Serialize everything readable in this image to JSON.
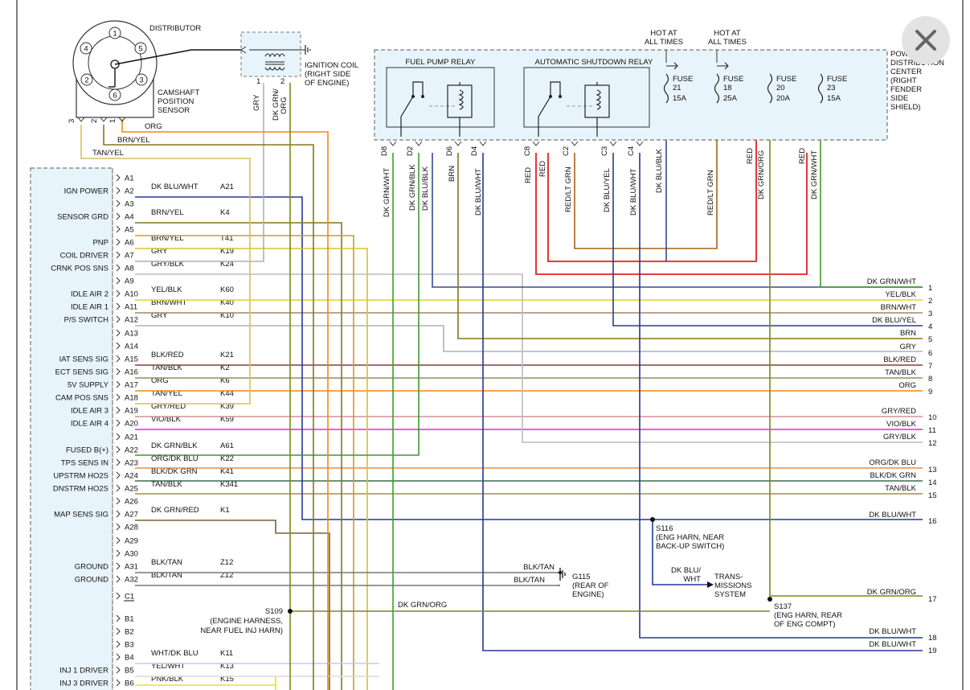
{
  "close_icon": "close-icon",
  "colors": {
    "DK BLU/WHT": "#25379a",
    "BRN/YEL": "#8a7418",
    "YEL/BLK": "#e0d225",
    "BRN/WHT": "#9e8a62",
    "GRY": "#b0b0b0",
    "GRY/BLK": "#bcbcbc",
    "BLK/RED": "#8a3d3d",
    "TAN/BLK": "#9a8b5e",
    "ORG": "#ef8a0e",
    "TAN/YEL": "#d8c05a",
    "GRY/RED": "#d4909a",
    "VIO/BLK": "#d07ac0",
    "PNK": "#ee22dd",
    "DK GRN/BLK": "#3b9a2a",
    "ORG/DK BLU": "#e98c44",
    "BLK/DK GRN": "#3f6a50",
    "TAN/BLK2": "#a08d55",
    "DK GRN/RED": "#7a6230",
    "BLK/TAN": "#777777",
    "DK GRN/ORG": "#7a8a15",
    "DK BLU/BLK": "#3a4a8c",
    "BRN": "#8a7418",
    "RED": "#e42020",
    "RED/LT GRN": "#a86016",
    "DK BLU/YEL": "#2a3f7c",
    "DK GRN/WHT": "#38a024",
    "RED/LT GRN2": "#a86016"
  },
  "distributor": {
    "title": "DISTRIBUTOR",
    "numbers": [
      "1",
      "5",
      "3",
      "6",
      "2",
      "4"
    ],
    "cam_label": [
      "CAMSHAFT",
      "POSITION",
      "SENSOR"
    ],
    "pins": [
      "3",
      "2",
      "1"
    ],
    "wires": [
      "ORG",
      "BRN/YEL",
      "TAN/YEL"
    ]
  },
  "coil": {
    "label": [
      "IGNITION COIL",
      "(RIGHT SIDE",
      "OF ENGINE)"
    ],
    "pins": [
      "1",
      "2"
    ],
    "wires": [
      "GRY",
      "DK GRN/",
      "ORG"
    ]
  },
  "pdc": {
    "label": [
      "POWER",
      "DISTRIBUTION",
      "CENTER",
      "(RIGHT",
      "FENDER",
      "SIDE",
      "SHIELD)"
    ],
    "hot1": [
      "HOT AT",
      "ALL TIMES"
    ],
    "hot2": [
      "HOT AT",
      "ALL TIMES"
    ],
    "relay1": "FUEL PUMP RELAY",
    "relay2": "AUTOMATIC SHUTDOWN RELAY",
    "fuses": [
      {
        "l1": "FUSE",
        "l2": "21",
        "l3": "15A"
      },
      {
        "l1": "FUSE",
        "l2": "18",
        "l3": "25A"
      },
      {
        "l1": "FUSE",
        "l2": "20",
        "l3": "20A"
      },
      {
        "l1": "FUSE",
        "l2": "23",
        "l3": "15A"
      }
    ],
    "pins": [
      "D8",
      "D2",
      "D6",
      "D4",
      "C8",
      "C2",
      "C3",
      "C4"
    ],
    "vertical_wires": [
      "DK GRN/WHT",
      "DK GRN/BLK",
      "DK BLU/BLK",
      "BRN",
      "DK BLU/WHT",
      "RED",
      "RED",
      "RED/LT GRN",
      "DK BLU/YEL",
      "DK BLU/WHT",
      "DK BLU/BLK",
      "RED/LT GRN",
      "RED",
      "DK GRN/ORG",
      "RED",
      "DK GRN/WHT"
    ]
  },
  "pcm_rows": [
    {
      "pin": "A1"
    },
    {
      "pin": "A2",
      "func": "IGN POWER",
      "wire": "DK BLU/WHT",
      "circ": "A21"
    },
    {
      "pin": "A3"
    },
    {
      "pin": "A4",
      "func": "SENSOR GRD",
      "wire": "BRN/YEL",
      "circ": "K4"
    },
    {
      "pin": "A5"
    },
    {
      "pin": "A6",
      "func": "PNP",
      "wire": "BRN/YEL",
      "circ": "T41"
    },
    {
      "pin": "A7",
      "func": "COIL DRIVER",
      "wire": "GRY",
      "circ": "K19"
    },
    {
      "pin": "A8",
      "func": "CRNK POS SNS",
      "wire": "GRY/BLK",
      "circ": "K24"
    },
    {
      "pin": "A9"
    },
    {
      "pin": "A10",
      "func": "IDLE AIR 2",
      "wire": "YEL/BLK",
      "circ": "K60"
    },
    {
      "pin": "A11",
      "func": "IDLE AIR 1",
      "wire": "BRN/WHT",
      "circ": "K40"
    },
    {
      "pin": "A12",
      "func": "P/S SWITCH",
      "wire": "GRY",
      "circ": "K10"
    },
    {
      "pin": "A13"
    },
    {
      "pin": "A14"
    },
    {
      "pin": "A15",
      "func": "IAT SENS SIG",
      "wire": "BLK/RED",
      "circ": "K21"
    },
    {
      "pin": "A16",
      "func": "ECT SENS SIG",
      "wire": "TAN/BLK",
      "circ": "K2"
    },
    {
      "pin": "A17",
      "func": "5V SUPPLY",
      "wire": "ORG",
      "circ": "K6"
    },
    {
      "pin": "A18",
      "func": "CAM POS SNS",
      "wire": "TAN/YEL",
      "circ": "K44"
    },
    {
      "pin": "A19",
      "func": "IDLE AIR 3",
      "wire": "GRY/RED",
      "circ": "K39"
    },
    {
      "pin": "A20",
      "func": "IDLE AIR 4",
      "wire": "VIO/BLK",
      "circ": "K59"
    },
    {
      "pin": "A21"
    },
    {
      "pin": "A22",
      "func": "FUSED B(+)",
      "wire": "DK GRN/BLK",
      "circ": "A61"
    },
    {
      "pin": "A23",
      "func": "TPS SENS IN",
      "wire": "ORG/DK BLU",
      "circ": "K22"
    },
    {
      "pin": "A24",
      "func": "UPSTRM HO2S",
      "wire": "BLK/DK GRN",
      "circ": "K41"
    },
    {
      "pin": "A25",
      "func": "DNSTRM HO2S",
      "wire": "TAN/BLK",
      "circ": "K341"
    },
    {
      "pin": "A26"
    },
    {
      "pin": "A27",
      "func": "MAP SENS SIG",
      "wire": "DK GRN/RED",
      "circ": "K1"
    },
    {
      "pin": "A28"
    },
    {
      "pin": "A29"
    },
    {
      "pin": "A30"
    },
    {
      "pin": "A31",
      "func": "GROUND",
      "wire": "BLK/TAN",
      "circ": "Z12"
    },
    {
      "pin": "A32",
      "func": "GROUND",
      "wire": "BLK/TAN",
      "circ": "Z12"
    },
    {
      "pin": "C1"
    },
    {
      "pin": "B1"
    },
    {
      "pin": "B2"
    },
    {
      "pin": "B3"
    },
    {
      "pin": "B4",
      "wire": "WHT/DK BLU",
      "circ": "K11"
    },
    {
      "pin": "B5",
      "func": "INJ 1 DRIVER",
      "wire": "YEL/WHT",
      "circ": "K13"
    },
    {
      "pin": "B6",
      "func": "INJ 3 DRIVER",
      "wire": "PNK/BLK",
      "circ": "K15"
    }
  ],
  "outputs": [
    {
      "n": "1",
      "label": "DK GRN/WHT"
    },
    {
      "n": "2",
      "label": "YEL/BLK"
    },
    {
      "n": "3",
      "label": "BRN/WHT"
    },
    {
      "n": "4",
      "label": "DK BLU/YEL"
    },
    {
      "n": "5",
      "label": "BRN"
    },
    {
      "n": "6",
      "label": "GRY"
    },
    {
      "n": "7",
      "label": "BLK/RED"
    },
    {
      "n": "8",
      "label": "TAN/BLK"
    },
    {
      "n": "9",
      "label": "ORG"
    },
    {
      "n": "10",
      "label": "GRY/RED"
    },
    {
      "n": "11",
      "label": "VIO/BLK"
    },
    {
      "n": "12",
      "label": "GRY/BLK"
    },
    {
      "n": "13",
      "label": "ORG/DK BLU"
    },
    {
      "n": "14",
      "label": "BLK/DK GRN"
    },
    {
      "n": "15",
      "label": "TAN/BLK"
    },
    {
      "n": "16",
      "label": "DK BLU/WHT"
    },
    {
      "n": "17",
      "label": "DK GRN/ORG"
    },
    {
      "n": "18",
      "label": "DK BLU/WHT"
    },
    {
      "n": "19",
      "label": "DK BLU/WHT"
    }
  ],
  "splices": {
    "s116": [
      "S116",
      "(ENG HARN, NEAR",
      "BACK-UP SWITCH)"
    ],
    "s109": [
      "S109",
      "(ENGINE HARNESS,",
      "NEAR FUEL INJ HARN)"
    ],
    "s137": [
      "S137",
      "(ENG HARN, REAR",
      "OF ENG COMPT)"
    ],
    "g115": [
      "G115",
      "(REAR OF",
      "ENGINE)"
    ],
    "g115_wires": [
      "BLK/TAN",
      "BLK/TAN"
    ],
    "s109_wire": "DK GRN/ORG",
    "trans_wire": [
      "DK BLU/",
      "WHT"
    ],
    "trans": [
      "TRANS-",
      "MISSIONS",
      "SYSTEM"
    ]
  },
  "extra": {
    "ign_label_extra": "DK BLU/WHT",
    "dist_tan": "TAN/YEL"
  }
}
